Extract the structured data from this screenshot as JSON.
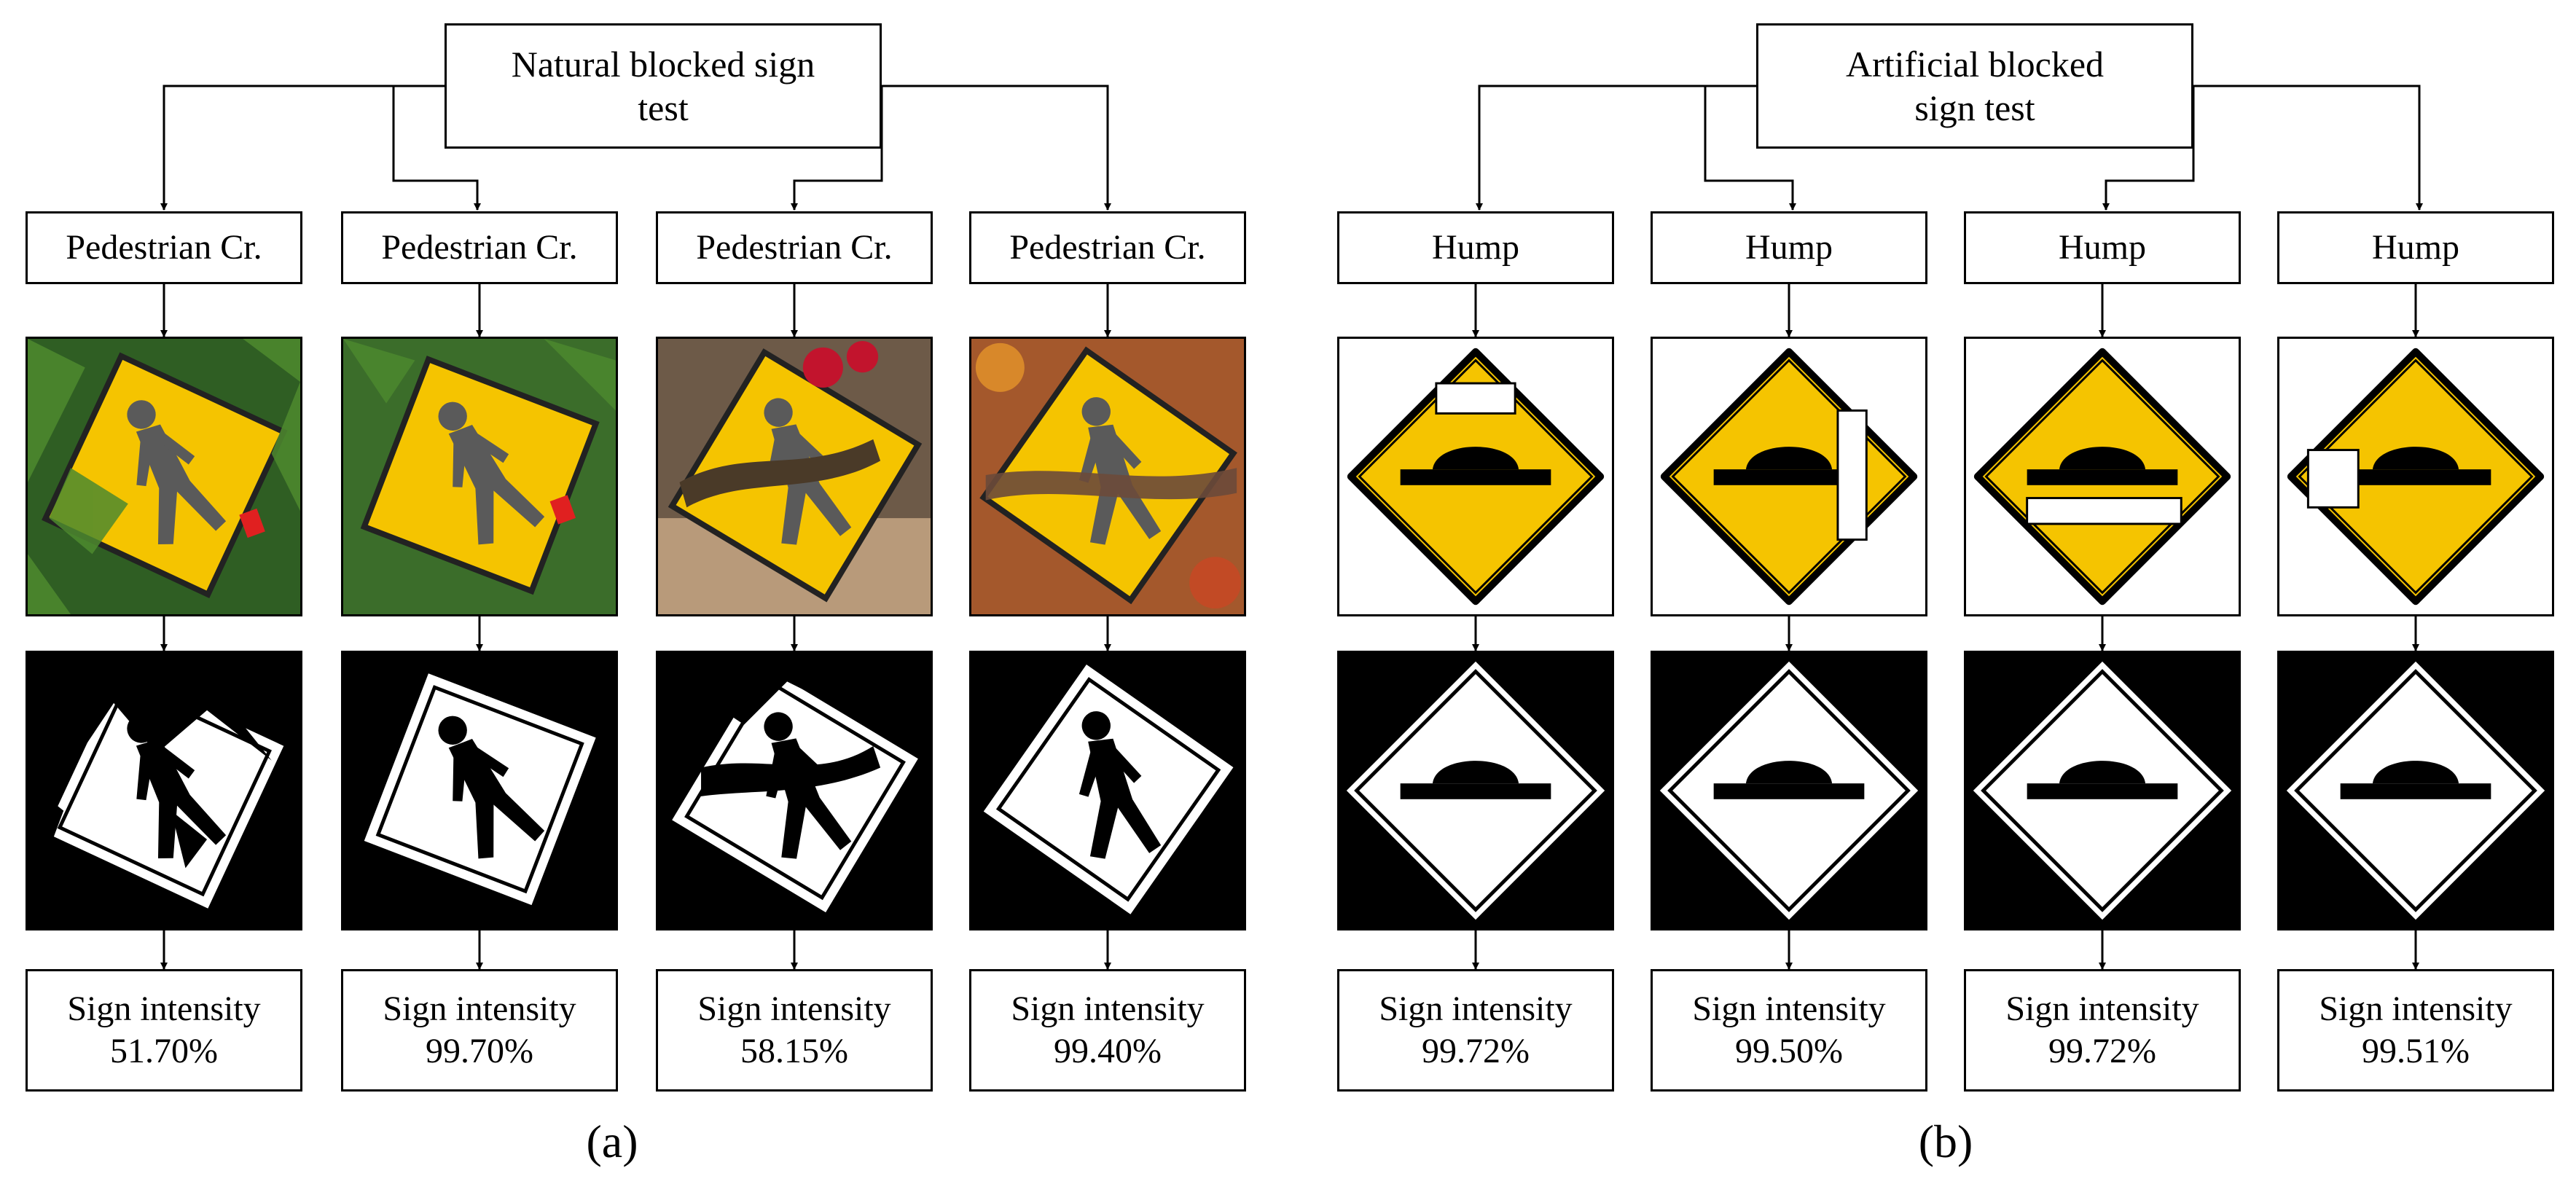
{
  "panels": [
    {
      "label": "(a)",
      "root": [
        "Natural blocked sign",
        "test"
      ],
      "columns": [
        {
          "sign": "Pedestrian Cr.",
          "result_label": "Sign intensity",
          "result_value": "51.70%"
        },
        {
          "sign": "Pedestrian Cr.",
          "result_label": "Sign intensity",
          "result_value": "99.70%"
        },
        {
          "sign": "Pedestrian Cr.",
          "result_label": "Sign intensity",
          "result_value": "58.15%"
        },
        {
          "sign": "Pedestrian Cr.",
          "result_label": "Sign intensity",
          "result_value": "99.40%"
        }
      ]
    },
    {
      "label": "(b)",
      "root": [
        "Artificial blocked",
        "sign test"
      ],
      "columns": [
        {
          "sign": "Hump",
          "result_label": "Sign intensity",
          "result_value": "99.72%"
        },
        {
          "sign": "Hump",
          "result_label": "Sign intensity",
          "result_value": "99.50%"
        },
        {
          "sign": "Hump",
          "result_label": "Sign intensity",
          "result_value": "99.72%"
        },
        {
          "sign": "Hump",
          "result_label": "Sign intensity",
          "result_value": "99.51%"
        }
      ]
    }
  ],
  "colors": {
    "sign_yellow": "#f5c400",
    "foliage_green": "#3f7a2a",
    "blocker_red": "#e02020"
  }
}
